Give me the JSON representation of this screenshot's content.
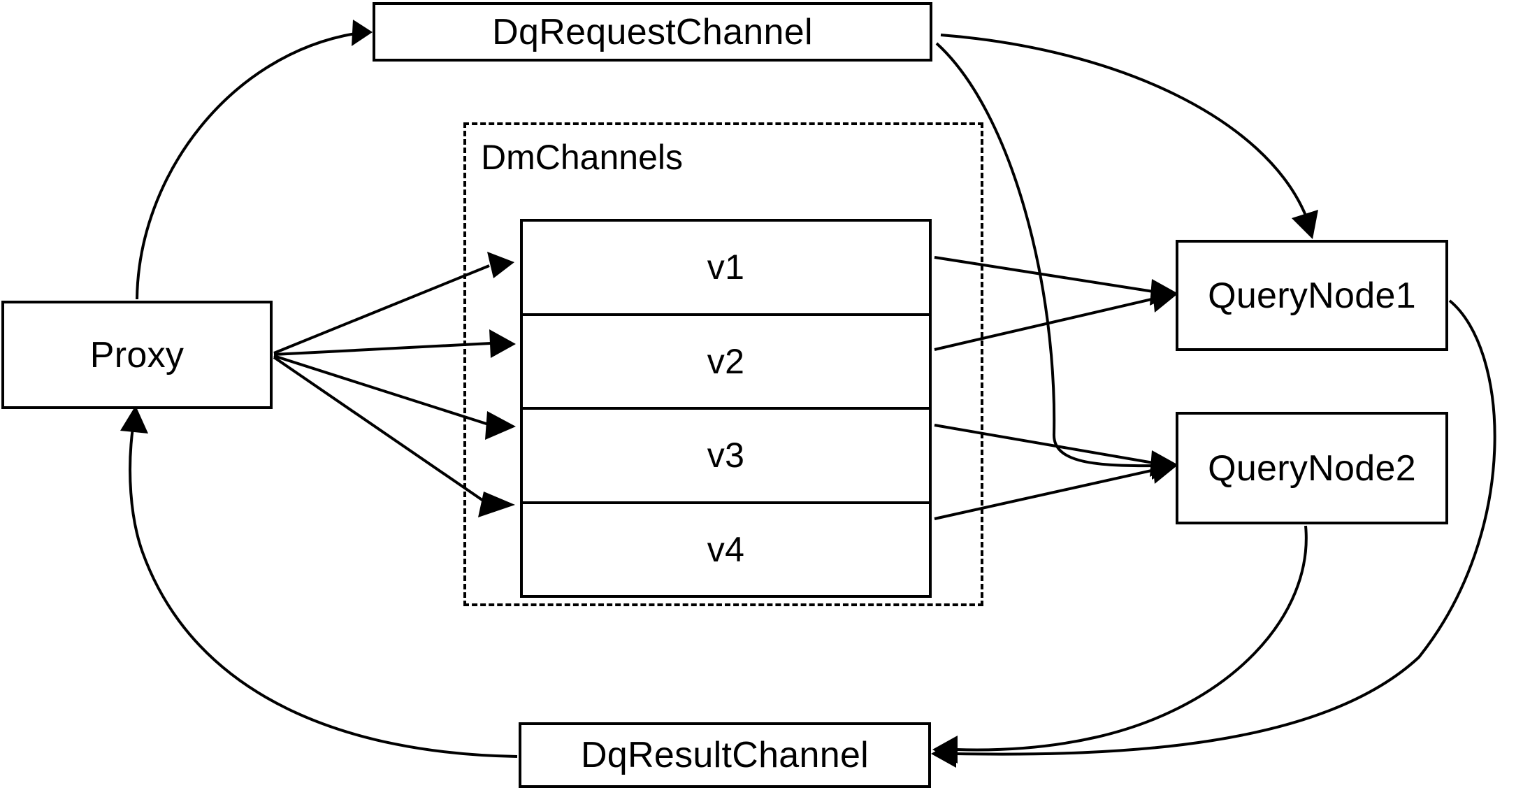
{
  "diagram": {
    "type": "flow-architecture",
    "background_color": "#ffffff",
    "stroke_color": "#000000",
    "nodes": {
      "proxy": {
        "label": "Proxy"
      },
      "dq_request_channel": {
        "label": "DqRequestChannel"
      },
      "dq_result_channel": {
        "label": "DqResultChannel"
      },
      "query_node_1": {
        "label": "QueryNode1"
      },
      "query_node_2": {
        "label": "QueryNode2"
      }
    },
    "group": {
      "label": "DmChannels",
      "style": "dashed"
    },
    "channels": [
      {
        "label": "v1"
      },
      {
        "label": "v2"
      },
      {
        "label": "v3"
      },
      {
        "label": "v4"
      }
    ],
    "edges": [
      {
        "from": "Proxy",
        "to": "DqRequestChannel",
        "style": "curved",
        "arrow": "to"
      },
      {
        "from": "Proxy",
        "to": "v1",
        "style": "straight",
        "arrow": "to"
      },
      {
        "from": "Proxy",
        "to": "v2",
        "style": "straight",
        "arrow": "to"
      },
      {
        "from": "Proxy",
        "to": "v3",
        "style": "straight",
        "arrow": "to"
      },
      {
        "from": "Proxy",
        "to": "v4",
        "style": "straight",
        "arrow": "to"
      },
      {
        "from": "DqRequestChannel",
        "to": "QueryNode1",
        "style": "curved",
        "arrow": "to"
      },
      {
        "from": "DqRequestChannel",
        "to": "QueryNode2",
        "style": "curved",
        "arrow": "to"
      },
      {
        "from": "v1",
        "to": "QueryNode1",
        "style": "straight",
        "arrow": "to"
      },
      {
        "from": "v2",
        "to": "QueryNode1",
        "style": "straight",
        "arrow": "to"
      },
      {
        "from": "v3",
        "to": "QueryNode2",
        "style": "straight",
        "arrow": "to"
      },
      {
        "from": "v4",
        "to": "QueryNode2",
        "style": "straight",
        "arrow": "to"
      },
      {
        "from": "QueryNode1",
        "to": "DqResultChannel",
        "style": "curved",
        "arrow": "to"
      },
      {
        "from": "QueryNode2",
        "to": "DqResultChannel",
        "style": "curved",
        "arrow": "to"
      },
      {
        "from": "DqResultChannel",
        "to": "Proxy",
        "style": "curved",
        "arrow": "to"
      }
    ]
  }
}
